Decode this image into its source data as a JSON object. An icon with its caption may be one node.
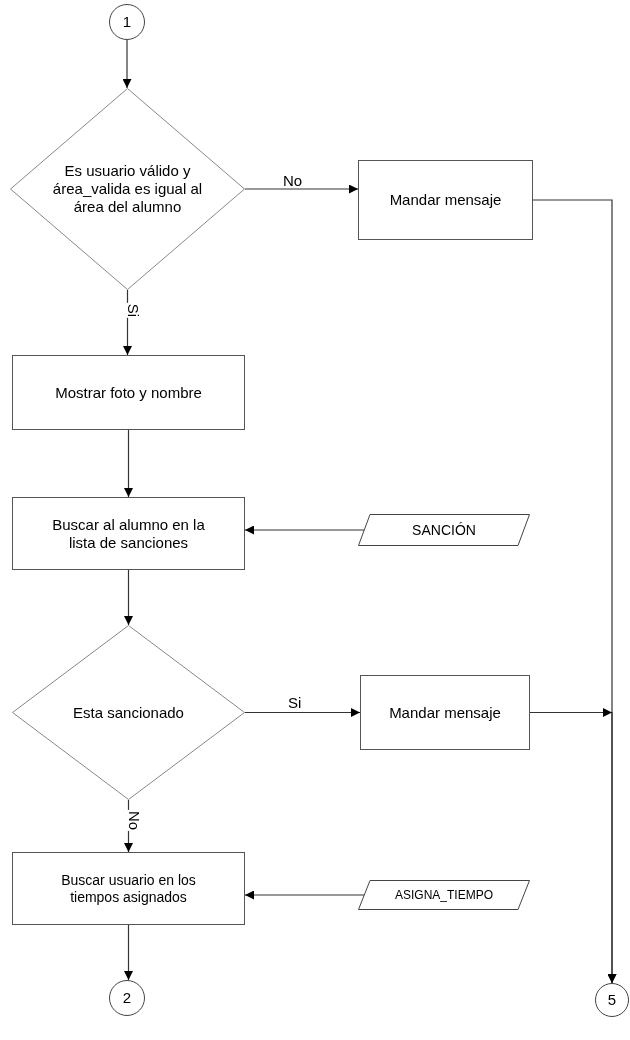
{
  "diagram": {
    "nodes": [
      {
        "text": [
          "1"
        ]
      },
      {
        "text": [
          "Es usuario válido y área_valida es igual al área del alumno"
        ]
      },
      {
        "text": [
          "Mandar mensaje"
        ]
      },
      {
        "text": [
          "Mostrar foto y nombre"
        ]
      },
      {
        "text": [
          "Buscar al alumno en la lista de sanciones"
        ]
      },
      {
        "text": [
          "SANCIÓN"
        ]
      },
      {
        "text": [
          "Esta sancionado"
        ]
      },
      {
        "text": [
          "Mandar mensaje"
        ]
      },
      {
        "text": [
          "Buscar usuario en los tiempos asignados"
        ]
      },
      {
        "text": [
          "ASIGNA_TIEMPO"
        ]
      },
      {
        "text": [
          "2"
        ]
      },
      {
        "text": [
          "5"
        ]
      }
    ],
    "edges": [
      {
        "from": 0,
        "to": 1,
        "arrow": "to"
      },
      {
        "from": 1,
        "to": 2,
        "arrow": "to",
        "label": "No"
      },
      {
        "from": 1,
        "to": 3,
        "arrow": "to",
        "label": "Si"
      },
      {
        "from": 2,
        "to": 11,
        "arrow": "to"
      },
      {
        "from": 3,
        "to": 4,
        "arrow": "to"
      },
      {
        "from": 5,
        "to": 4,
        "arrow": "to"
      },
      {
        "from": 4,
        "to": 6,
        "arrow": "to"
      },
      {
        "from": 6,
        "to": 7,
        "arrow": "to",
        "label": "Si"
      },
      {
        "from": 7,
        "to": 11,
        "arrow": "to"
      },
      {
        "from": 6,
        "to": 8,
        "arrow": "to",
        "label": "No"
      },
      {
        "from": 9,
        "to": 8,
        "arrow": "to"
      },
      {
        "from": 8,
        "to": 10,
        "arrow": "to"
      }
    ]
  }
}
